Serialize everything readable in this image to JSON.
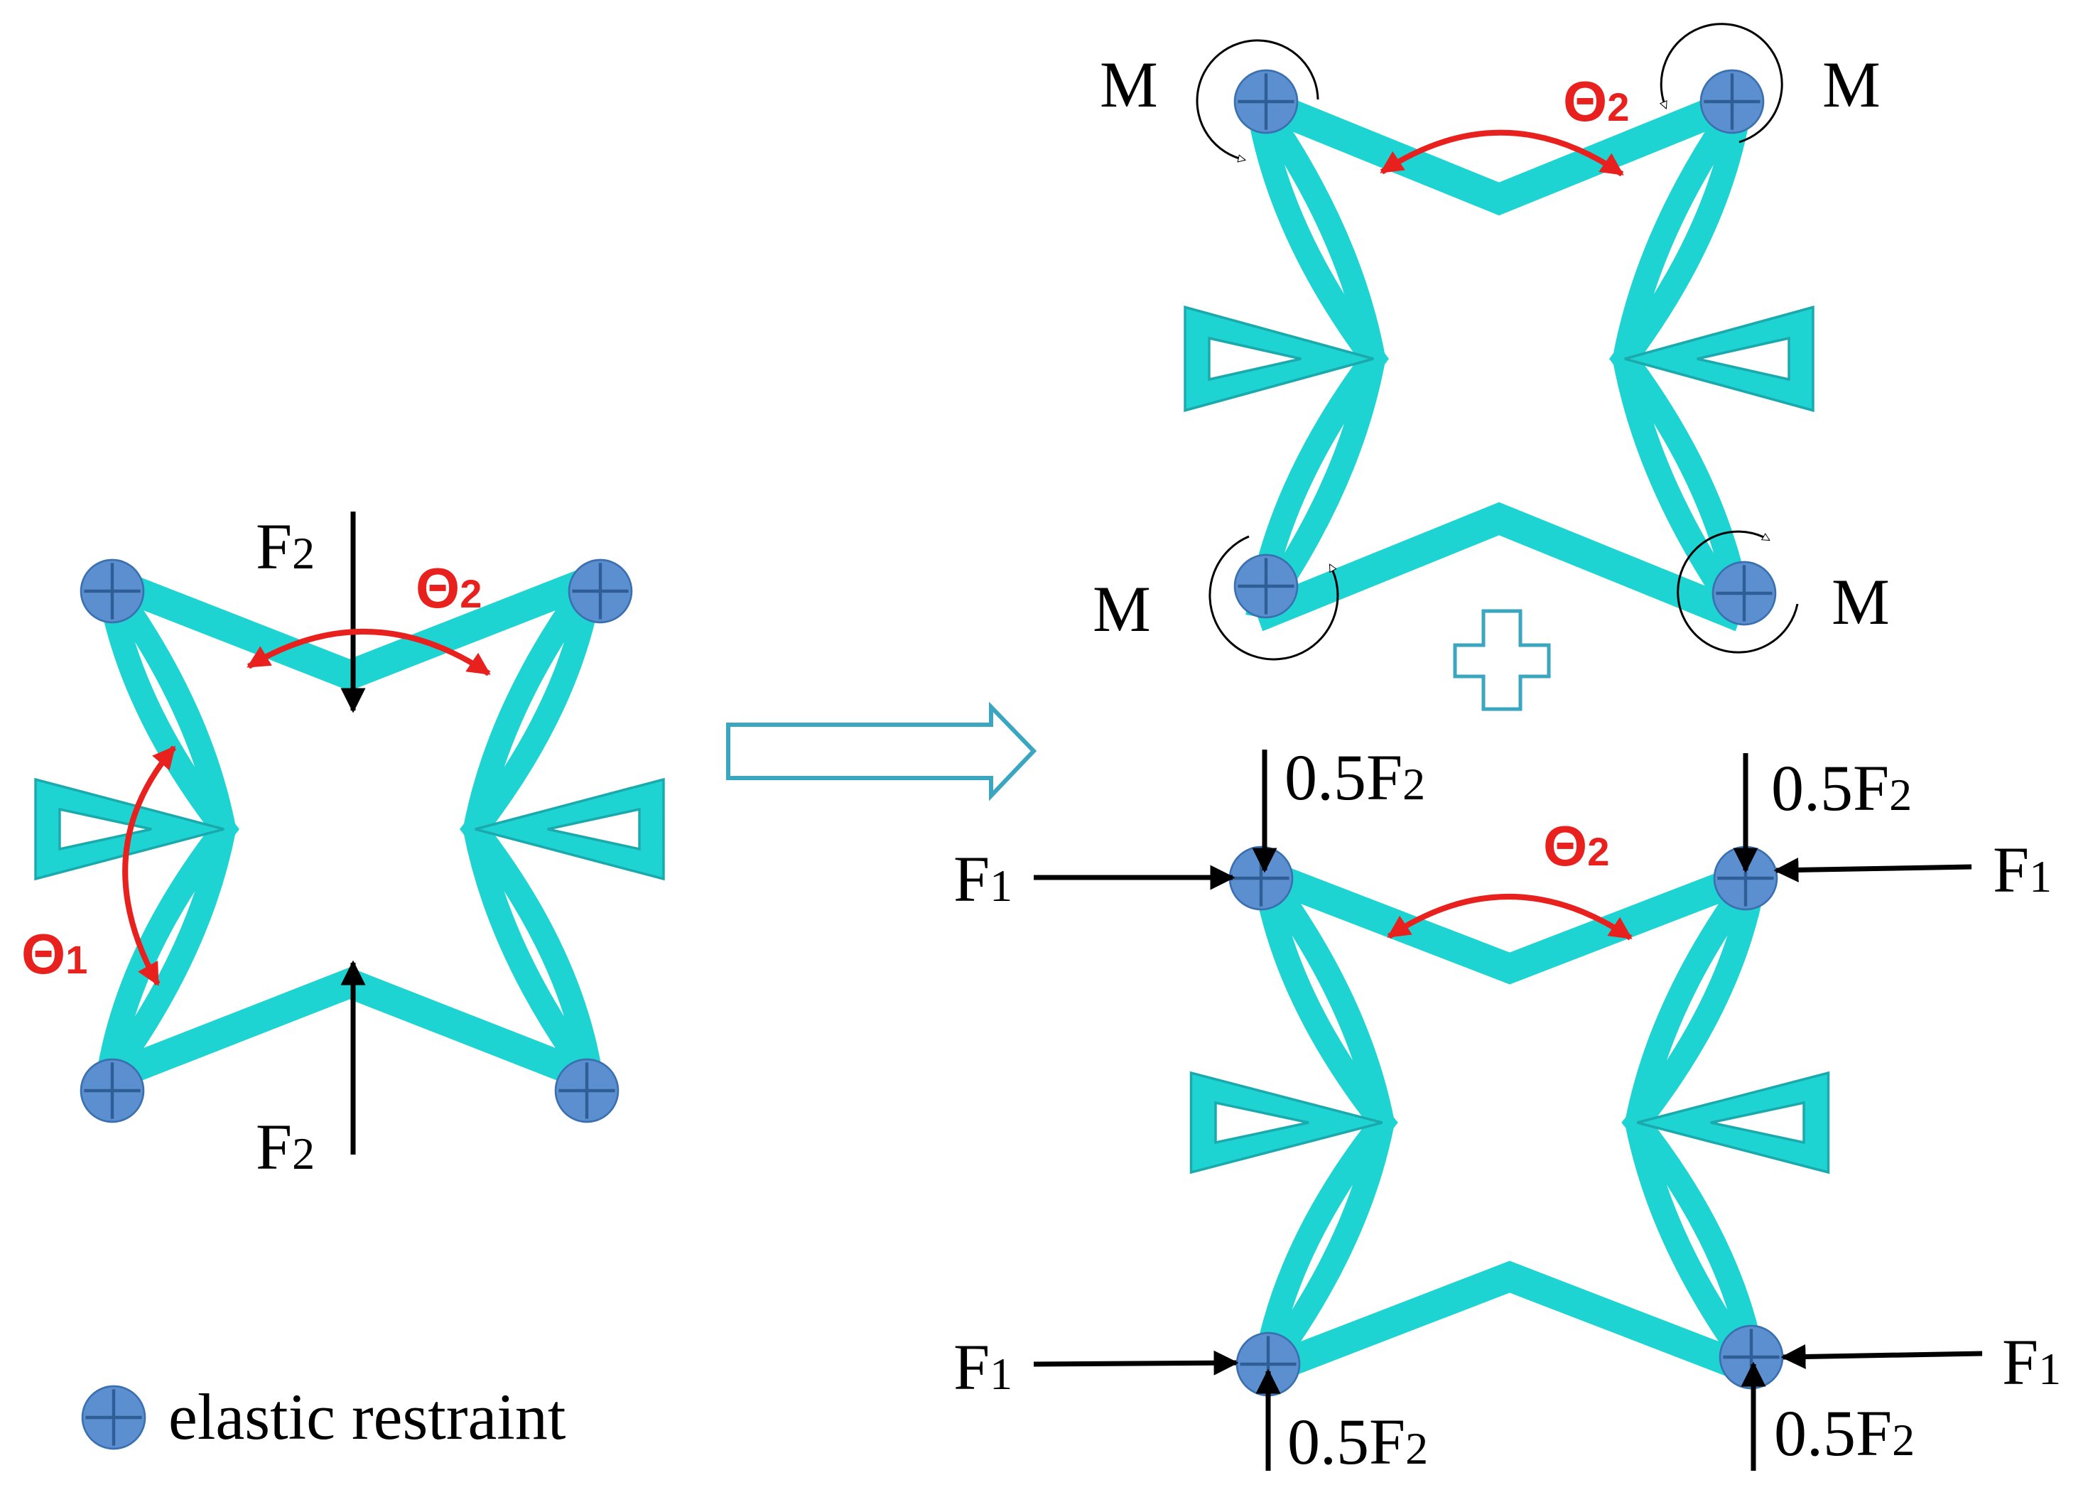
{
  "colors": {
    "structure_fill": "#1ed4d2",
    "structure_stroke": "#1aa9ac",
    "node_fill": "#5b8fcf",
    "node_stroke": "#3a6fb0",
    "angle_arrow": "#e8201e",
    "force_arrow": "#000000",
    "equivalence_arrow": "#3aa6bf"
  },
  "icons": {
    "node": "elastic-restraint-node-icon",
    "plus": "plus-icon",
    "equivalence_arrow": "hollow-right-arrow-icon"
  },
  "left_panel": {
    "force_top": {
      "main": "F",
      "sub": "2"
    },
    "force_bottom": {
      "main": "F",
      "sub": "2"
    },
    "theta1": {
      "main": "Θ",
      "sub": "1"
    },
    "theta2": {
      "main": "Θ",
      "sub": "2"
    }
  },
  "legend": {
    "label": "elastic restraint"
  },
  "moment_panel": {
    "moment_label": "M",
    "theta2": {
      "main": "Θ",
      "sub": "2"
    }
  },
  "force_panel": {
    "half_force": {
      "main": "0.5F",
      "sub": "2"
    },
    "lateral_force": {
      "main": "F",
      "sub": "1"
    },
    "theta2": {
      "main": "Θ",
      "sub": "2"
    }
  }
}
